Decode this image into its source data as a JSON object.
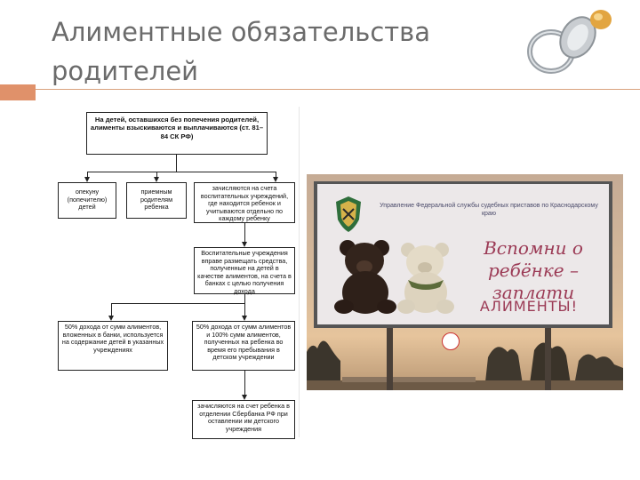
{
  "slide": {
    "title": "Алиментные обязательства родителей"
  },
  "flowchart": {
    "top": "На детей, оставшихся без попечения родителей, алименты взыскиваются и выплачиваются (ст. 81–84 СК РФ)",
    "guardian": "опекуну (попечителю) детей",
    "foster": "приемным родителям ребенка",
    "institution_account": "зачисляются на счета воспитательных учреждений, где находится ребенок и учитываются отдельно по каждому ребенку",
    "institution_right": "Воспитательные учреждения вправе размещать средства, полученные на детей в качестве алиментов, на счета в банках с целью получения дохода",
    "income_50": "50% дохода от сумм алиментов, вложенных в банки, используется на содержание детей в указанных учреждениях",
    "income_50_100": "50% дохода от сумм алиментов и 100% сумм алиментов, полученных на ребенка во время его пребывания в детском учреждении",
    "savings": "зачисляются на счет ребенка в отделении Сбербанка РФ при оставлении им детского учреждения"
  },
  "billboard": {
    "agency": "Управление Федеральной службы судебных приставов по Краснодарскому краю",
    "slogan_line1": "Вспомни о",
    "slogan_line2": "ребёнке –",
    "slogan_line3": "заплати",
    "slogan_line4": "АЛИМЕНТЫ!"
  },
  "colors": {
    "title": "#6b6b6b",
    "accent": "#e0916a",
    "slogan": "#9b3a55"
  }
}
